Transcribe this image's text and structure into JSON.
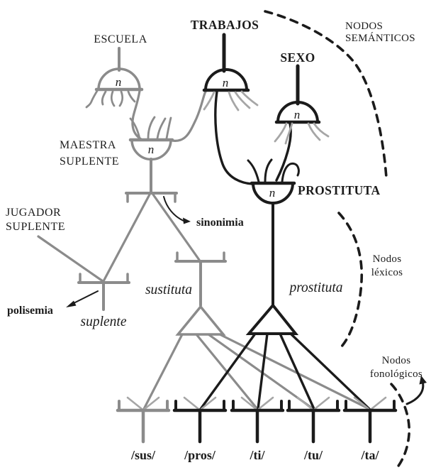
{
  "colors": {
    "ink": "#1b1b1b",
    "node_gray": "#8b8b8b",
    "dendrite_gray": "#a6a6a6",
    "background": "#ffffff"
  },
  "labels": {
    "escuela": "ESCUELA",
    "trabajos": "TRABAJOS",
    "sexo": "SEXO",
    "prostituta_semantic": "PROSTITUTA",
    "maestra_line1": "MAESTRA",
    "maestra_line2": "SUPLENTE",
    "jugador_line1": "JUGADOR",
    "jugador_line2": "SUPLENTE",
    "neuron": "n",
    "sinonimia": "sinonimia",
    "polisemia": "polisemia",
    "suplente": "suplente",
    "sustituta": "sustituta",
    "prostituta_lexical": "prostituta",
    "phonemes": [
      "/sus/",
      "/pros/",
      "/ti/",
      "/tu/",
      "/ta/"
    ],
    "region_semantic_line1": "NODOS",
    "region_semantic_line2": "SEMÁNTICOS",
    "region_lexical_line1": "Nodos",
    "region_lexical_line2": "léxicos",
    "region_phonological_line1": "Nodos",
    "region_phonological_line2": "fonológicos"
  },
  "relations": {
    "semantic_nodes": [
      "ESCUELA",
      "TRABAJOS",
      "SEXO",
      "MAESTRA SUPLENTE",
      "PROSTITUTA"
    ],
    "lexical_nodes": [
      "suplente",
      "sustituta",
      "prostituta"
    ],
    "phonological_nodes": [
      "/sus/",
      "/pros/",
      "/ti/",
      "/tu/",
      "/ta/"
    ],
    "semantic_links": [
      "ESCUELA - MAESTRA SUPLENTE",
      "TRABAJOS - MAESTRA SUPLENTE",
      "TRABAJOS - PROSTITUTA",
      "SEXO - PROSTITUTA"
    ],
    "lexical_links": [
      "MAESTRA SUPLENTE - suplente",
      "MAESTRA SUPLENTE - sustituta",
      "JUGADOR SUPLENTE - suplente"
    ],
    "phonological_links": [
      "sustituta - /sus/ /ti/ /tu/ /ta/",
      "prostituta - /pros/ /ti/ /tu/ /ta/"
    ],
    "annotations": [
      "sinonimia",
      "polisemia"
    ]
  }
}
